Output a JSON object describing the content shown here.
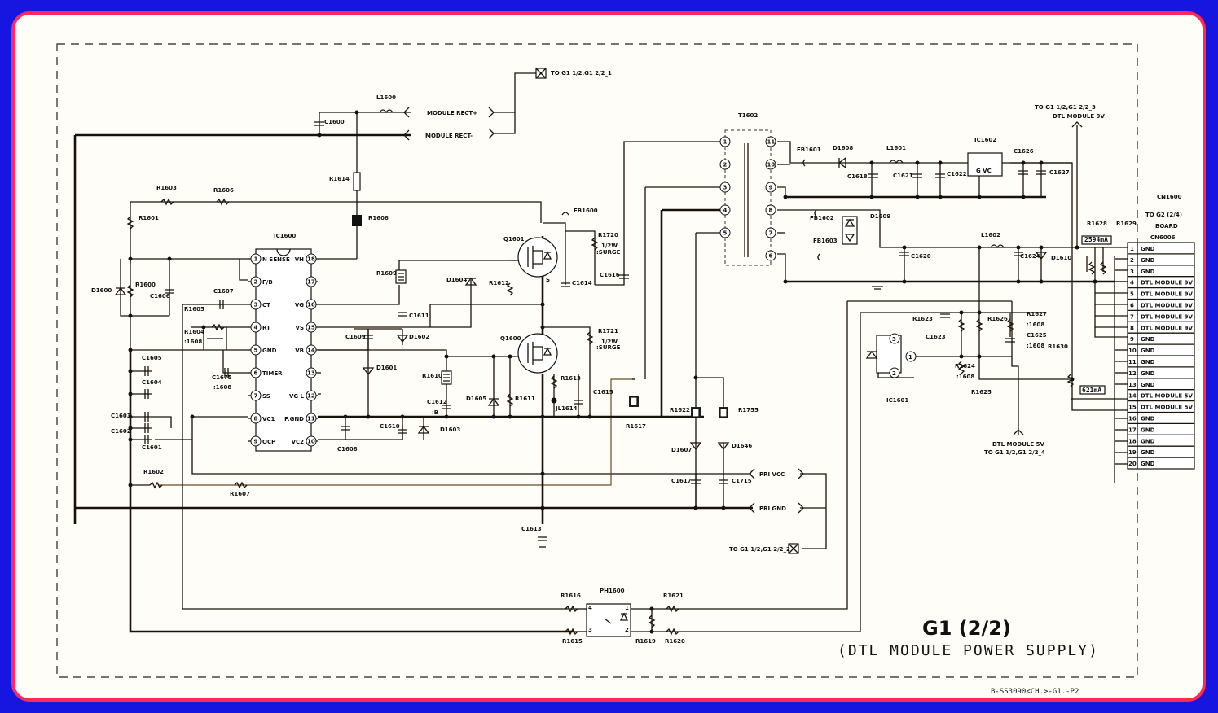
{
  "title": {
    "main": "G1 (2/2)",
    "sub": "(DTL MODULE POWER SUPPLY)",
    "code": "B-SS3090<CH.>-G1.-P2"
  },
  "colors": {
    "background": "#1616e0",
    "border": "#ff2a5c",
    "paper": "#fffdf8",
    "ink": "#111111"
  },
  "ports": {
    "top": "TO G1 1/2,G1 2/2_1",
    "bottom": "TO G1 1/2,G1 2/2_2",
    "module_rect_p": "MODULE RECT+",
    "module_rect_m": "MODULE RECT-",
    "pri_vcc": "PRI VCC",
    "pri_gnd": "PRI GND",
    "dtl9v_a": "TO G1 1/2,G1 2/2_3",
    "dtl9v_b": "DTL MODULE 9V",
    "dtl5v_a": "DTL MODULE 5V",
    "dtl5v_b": "TO G1 1/2,G1 2/2_4"
  },
  "ic1600": {
    "name": "IC1600",
    "left_pins": [
      {
        "n": "1",
        "label": "N SENSE"
      },
      {
        "n": "2",
        "label": "F/B"
      },
      {
        "n": "3",
        "label": "CT"
      },
      {
        "n": "4",
        "label": "RT"
      },
      {
        "n": "5",
        "label": "GND"
      },
      {
        "n": "6",
        "label": "TIMER"
      },
      {
        "n": "7",
        "label": "SS"
      },
      {
        "n": "8",
        "label": "VC1"
      },
      {
        "n": "9",
        "label": "OCP"
      }
    ],
    "right_pins": [
      {
        "n": "18",
        "label": "VH"
      },
      {
        "n": "17",
        "label": ""
      },
      {
        "n": "16",
        "label": "VG"
      },
      {
        "n": "15",
        "label": "VS"
      },
      {
        "n": "14",
        "label": "VB"
      },
      {
        "n": "13",
        "label": ""
      },
      {
        "n": "12",
        "label": "VG L"
      },
      {
        "n": "11",
        "label": "P.GND"
      },
      {
        "n": "10",
        "label": "VC2"
      }
    ]
  },
  "t1602": {
    "name": "T1602",
    "left": [
      "1",
      "2",
      "3",
      "4",
      "5"
    ],
    "right": [
      "11",
      "10",
      "9",
      "8",
      "7",
      "6"
    ]
  },
  "cn1600": {
    "name": "CN1600",
    "to": "TO G2 (2/4)",
    "board": "BOARD",
    "part": "CN6006",
    "pins": [
      {
        "n": "1",
        "label": "GND"
      },
      {
        "n": "2",
        "label": "GND"
      },
      {
        "n": "3",
        "label": "GND"
      },
      {
        "n": "4",
        "label": "DTL MODULE 9V"
      },
      {
        "n": "5",
        "label": "DTL MODULE 9V"
      },
      {
        "n": "6",
        "label": "DTL MODULE 9V"
      },
      {
        "n": "7",
        "label": "DTL MODULE 9V"
      },
      {
        "n": "8",
        "label": "DTL MODULE 9V"
      },
      {
        "n": "9",
        "label": "GND"
      },
      {
        "n": "10",
        "label": "GND"
      },
      {
        "n": "11",
        "label": "GND"
      },
      {
        "n": "12",
        "label": "GND"
      },
      {
        "n": "13",
        "label": "GND"
      },
      {
        "n": "14",
        "label": "DTL MODULE 5V"
      },
      {
        "n": "15",
        "label": "DTL MODULE 5V"
      },
      {
        "n": "16",
        "label": "GND"
      },
      {
        "n": "17",
        "label": "GND"
      },
      {
        "n": "18",
        "label": "GND"
      },
      {
        "n": "19",
        "label": "GND"
      },
      {
        "n": "20",
        "label": "GND"
      }
    ]
  },
  "currents": {
    "a": "2594mA",
    "b": "621mA"
  },
  "ic1602": {
    "name": "IC1602",
    "pins": "G VC"
  },
  "ic1601": {
    "name": "IC1601",
    "pins": [
      "3",
      "1",
      "2"
    ]
  },
  "ph1600": {
    "name": "PH1600",
    "pins": [
      "4",
      "1",
      "3",
      "2"
    ]
  },
  "q1601": {
    "name": "Q1601",
    "s": "S"
  },
  "q1600": {
    "name": "Q1600"
  },
  "surge": {
    "r1720": "R1720",
    "r1721": "R1721",
    "rating": "1/2W",
    "tag": ":SURGE"
  },
  "labels": [
    {
      "id": "L1600",
      "t": "L1600"
    },
    {
      "id": "C1600",
      "t": "C1600"
    },
    {
      "id": "R1614",
      "t": "R1614"
    },
    {
      "id": "R1608",
      "t": "R1608"
    },
    {
      "id": "R1603",
      "t": "R1603"
    },
    {
      "id": "R1606",
      "t": "R1606"
    },
    {
      "id": "R1601",
      "t": "R1601"
    },
    {
      "id": "D1600",
      "t": "D1600"
    },
    {
      "id": "R1600",
      "t": "R1600"
    },
    {
      "id": "C1606",
      "t": "C1606"
    },
    {
      "id": "C1607",
      "t": "C1607"
    },
    {
      "id": "R1605",
      "t": "R1605"
    },
    {
      "id": "R1604",
      "t": "R1604"
    },
    {
      "id": "R1604b",
      "t": ":1608"
    },
    {
      "id": "C1605",
      "t": "C1605"
    },
    {
      "id": "C1675",
      "t": "C1675"
    },
    {
      "id": "C1675b",
      "t": ":1608"
    },
    {
      "id": "C1604",
      "t": "C1604"
    },
    {
      "id": "C1603",
      "t": "C1603"
    },
    {
      "id": "C1602",
      "t": "C1602"
    },
    {
      "id": "C1601",
      "t": "C1601"
    },
    {
      "id": "R1602",
      "t": "R1602"
    },
    {
      "id": "R1607",
      "t": "R1607"
    },
    {
      "id": "R1609",
      "t": "R1609"
    },
    {
      "id": "D1604",
      "t": "D1604"
    },
    {
      "id": "R1612",
      "t": "R1612"
    },
    {
      "id": "C1611",
      "t": "C1611"
    },
    {
      "id": "C1609",
      "t": "C1609"
    },
    {
      "id": "D1602",
      "t": "D1602"
    },
    {
      "id": "D1601",
      "t": "D1601"
    },
    {
      "id": "R1610",
      "t": "R1610"
    },
    {
      "id": "C1612",
      "t": "C1612"
    },
    {
      "id": "C1612b",
      "t": ":B"
    },
    {
      "id": "D1605",
      "t": "D1605"
    },
    {
      "id": "R1611",
      "t": "R1611"
    },
    {
      "id": "R1613",
      "t": "R1613"
    },
    {
      "id": "JL1614",
      "t": "JL1614"
    },
    {
      "id": "C1610",
      "t": "C1610"
    },
    {
      "id": "D1603",
      "t": "D1603"
    },
    {
      "id": "C1608",
      "t": "C1608"
    },
    {
      "id": "C1613",
      "t": "C1613"
    },
    {
      "id": "FB1600",
      "t": "FB1600"
    },
    {
      "id": "C1614",
      "t": "C1614"
    },
    {
      "id": "C1616",
      "t": "C1616"
    },
    {
      "id": "C1615",
      "t": "C1615"
    },
    {
      "id": "R1617",
      "t": "R1617"
    },
    {
      "id": "R1622",
      "t": "R1622"
    },
    {
      "id": "R1755",
      "t": "R1755"
    },
    {
      "id": "D1607",
      "t": "D1607"
    },
    {
      "id": "D1646",
      "t": "D1646"
    },
    {
      "id": "C1617",
      "t": "C1617"
    },
    {
      "id": "C1715",
      "t": "C1715"
    },
    {
      "id": "FB1601",
      "t": "FB1601"
    },
    {
      "id": "D1608",
      "t": "D1608"
    },
    {
      "id": "L1601",
      "t": "L1601"
    },
    {
      "id": "C1618",
      "t": "C1618"
    },
    {
      "id": "C1621",
      "t": "C1621"
    },
    {
      "id": "C1622",
      "t": "C1622"
    },
    {
      "id": "C1626",
      "t": "C1626"
    },
    {
      "id": "C1627",
      "t": "C1627"
    },
    {
      "id": "FB1602",
      "t": "FB1602"
    },
    {
      "id": "FB1603",
      "t": "FB1603"
    },
    {
      "id": "D1609",
      "t": "D1609"
    },
    {
      "id": "C1620",
      "t": "C1620"
    },
    {
      "id": "L1602",
      "t": "L1602"
    },
    {
      "id": "C1624",
      "t": "C1624"
    },
    {
      "id": "D1610",
      "t": "D1610"
    },
    {
      "id": "R1628",
      "t": "R1628"
    },
    {
      "id": "R1629",
      "t": "R1629"
    },
    {
      "id": "R1623",
      "t": "R1623"
    },
    {
      "id": "R1626",
      "t": "R1626"
    },
    {
      "id": "R1627",
      "t": "R1627"
    },
    {
      "id": "R1627b",
      "t": ":1608"
    },
    {
      "id": "C1623",
      "t": "C1623"
    },
    {
      "id": "C1625",
      "t": "C1625"
    },
    {
      "id": "C1625b",
      "t": ":1608"
    },
    {
      "id": "R1624",
      "t": "R1624"
    },
    {
      "id": "R1624b",
      "t": ":1608"
    },
    {
      "id": "R1625",
      "t": "R1625"
    },
    {
      "id": "R1630",
      "t": "R1630"
    },
    {
      "id": "R1616",
      "t": "R1616"
    },
    {
      "id": "R1615",
      "t": "R1615"
    },
    {
      "id": "R1619",
      "t": "R1619"
    },
    {
      "id": "R1621",
      "t": "R1621"
    },
    {
      "id": "R1620",
      "t": "R1620"
    }
  ]
}
